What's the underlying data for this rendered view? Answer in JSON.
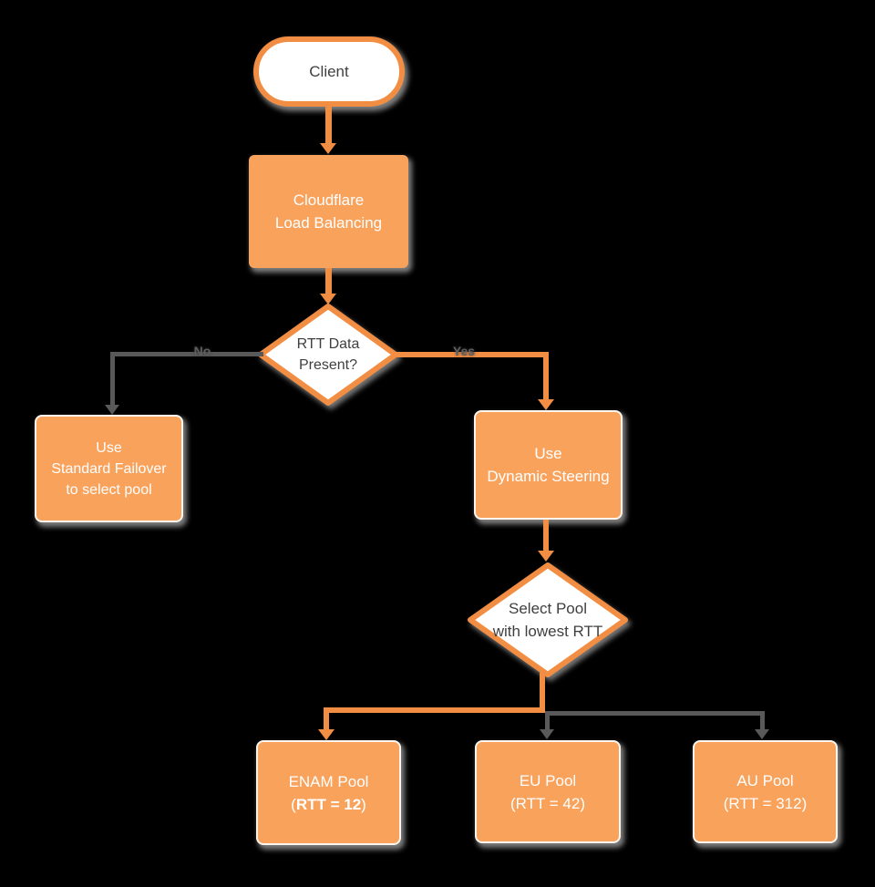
{
  "diagram": {
    "background": "#000000",
    "palette": {
      "orange_fill": "#F9A25C",
      "orange_stroke": "#F28E44",
      "connector_gray": "#595959",
      "text_on_orange": "#FFFFFF",
      "text_dark": "#3F3F3F",
      "decision_fill": "#FFFFFF"
    },
    "nodes": {
      "client": {
        "label": "Client"
      },
      "load_balancer": {
        "line1": "Cloudflare",
        "line2": "Load Balancing"
      },
      "rtt_decision": {
        "line1": "RTT Data",
        "line2": "Present?"
      },
      "standard_failover": {
        "line1": "Use",
        "line2": "Standard Failover",
        "line3": "to select pool"
      },
      "dynamic_steering": {
        "line1": "Use",
        "line2": "Dynamic Steering"
      },
      "select_pool_decision": {
        "line1": "Select Pool",
        "line2": "with lowest RTT"
      },
      "enam_pool": {
        "line1": "ENAM Pool",
        "line2_open": "(",
        "line2_bold": "RTT = 12",
        "line2_close": ")"
      },
      "eu_pool": {
        "line1": "EU Pool",
        "line2": "(RTT = 42)"
      },
      "au_pool": {
        "line1": "AU Pool",
        "line2": "(RTT = 312)"
      }
    },
    "edges": {
      "no_label": "No",
      "yes_label": "Yes"
    }
  }
}
